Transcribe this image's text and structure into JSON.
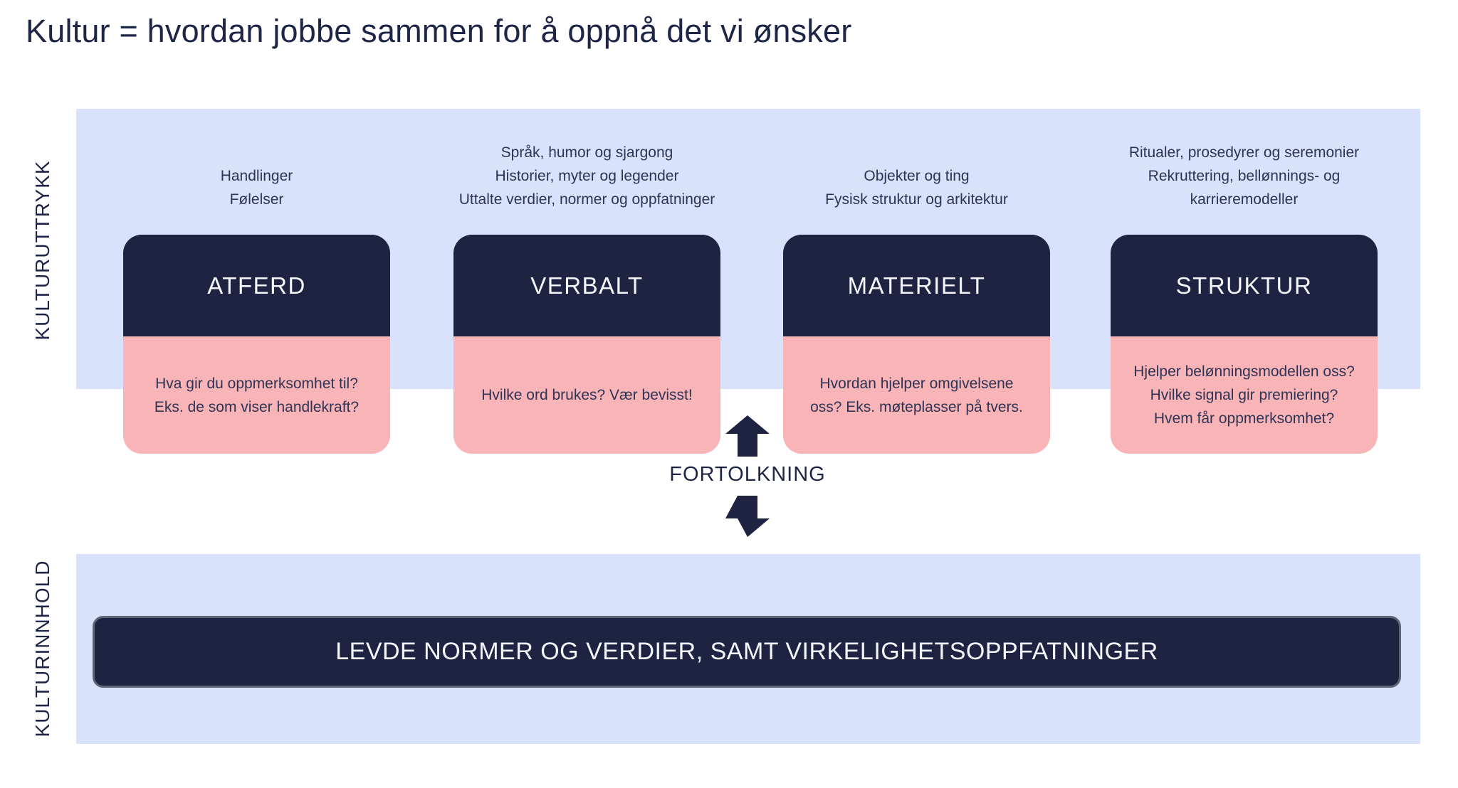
{
  "title": "Kultur = hvordan jobbe sammen for å oppnå det vi ønsker",
  "colors": {
    "band": "#d8e2fb",
    "dark": "#1d2340",
    "pink": "#f9b4b8",
    "text_dark": "#1e2647",
    "text_muted": "#2e3454",
    "on_dark": "#f4f6fb",
    "bar_border": "#5f6474"
  },
  "bands": {
    "top_label": "KULTURUTTRYKK",
    "bottom_label": "KULTURINNHOLD"
  },
  "cards": [
    {
      "labels": "Handlinger\nFølelser",
      "title": "ATFERD",
      "question": "Hva gir du oppmerksomhet til?\nEks. de som viser handlekraft?"
    },
    {
      "labels": "Språk, humor og sjargong\nHistorier, myter og legender\nUttalte verdier, normer og oppfatninger",
      "title": "VERBALT",
      "question": "Hvilke ord brukes? Vær bevisst!"
    },
    {
      "labels": "Objekter og ting\nFysisk struktur og arkitektur",
      "title": "MATERIELT",
      "question": "Hvordan hjelper omgivelsene\noss? Eks. møteplasser på tvers."
    },
    {
      "labels": "Ritualer, prosedyrer og seremonier\nRekruttering, bellønnings- og\nkarrieremodeller",
      "title": "STRUKTUR",
      "question": "Hjelper belønningsmodellen oss?\nHvilke signal gir premiering?\nHvem får oppmerksomhet?"
    }
  ],
  "connector": {
    "label": "FORTOLKNING"
  },
  "bottom": {
    "bar_text": "LEVDE NORMER OG VERDIER, SAMT VIRKELIGHETSOPPFATNINGER"
  }
}
